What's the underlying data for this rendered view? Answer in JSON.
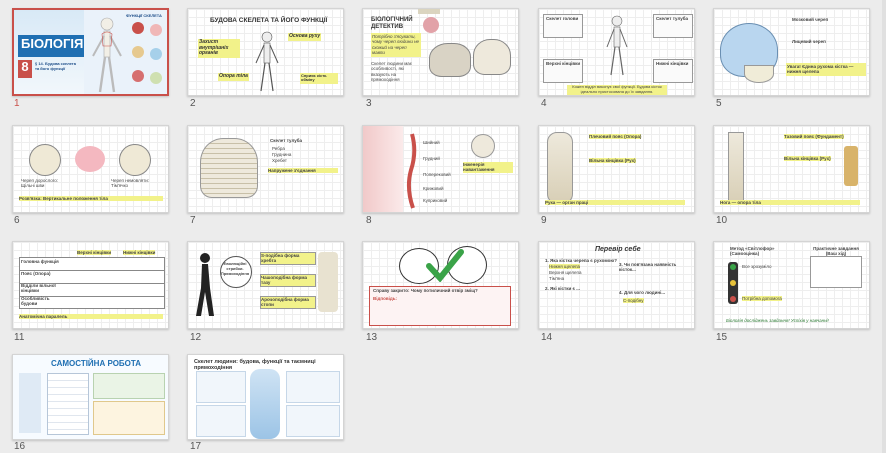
{
  "slides": [
    {
      "num": "1",
      "title": "БІОЛОГІЯ",
      "grade": "8",
      "sub": "§ 14. Будова скелета та його функції",
      "right_title": "ФУНКЦІЇ СКЕЛЕТА"
    },
    {
      "num": "2",
      "title": "БУДОВА СКЕЛЕТА ТА ЙОГО ФУНКЦІЇ",
      "n1": "Захист внутрішніх органів",
      "n2": "Основа руху",
      "n3": "Опора тіла",
      "n4": "Сприяє кістк. обміну"
    },
    {
      "num": "3",
      "title": "БІОЛОГІЧНИЙ ДЕТЕКТИВ",
      "q": "Потрібно з'ясувати, чому череп людини не схожий на череп мавпи",
      "foot": "Скелет людини має особливості, які вказують на прямоходіння"
    },
    {
      "num": "4",
      "l1": "Скелет голови",
      "l2": "Скелет тулуба",
      "l3": "Верхні кінцівки",
      "l4": "Нижні кінцівки",
      "foot": "Кожен відділ виконує свої функції. Будова кісток ідеально пристосована до їх завдання."
    },
    {
      "num": "5",
      "a": "Мозковий череп",
      "b": "Лицевий череп",
      "c": "Увага! Єдина рухома кістка — нижня щелепа"
    },
    {
      "num": "6",
      "a": "Череп дорослого: Щільні шви",
      "b": "Череп немовляти: Тім'ячко",
      "foot": "Розв'язка: Вертикальне положення тіла"
    },
    {
      "num": "7",
      "a": "Скелет тулуба",
      "b": "Ребра",
      "c": "Груднина",
      "d": "Хребет",
      "e": "Напружене з'єднання"
    },
    {
      "num": "8",
      "a": "Шийний",
      "b": "Грудний",
      "c": "Поперековий",
      "d": "Крижовий",
      "e": "Куприковий",
      "f": "Інженерія навантаження"
    },
    {
      "num": "9",
      "a": "Плечовий пояс (Опора)",
      "b": "Вільна кінцівка (Рух)",
      "foot": "Рука — орган праці"
    },
    {
      "num": "10",
      "a": "Тазовий пояс (Фундамент)",
      "b": "Вільна кінцівка (Рух)",
      "foot": "Нога — опора тіла"
    },
    {
      "num": "11",
      "h1": "Верхні кінцівки",
      "h2": "Нижні кінцівки",
      "r1": "Головна функція",
      "r2": "Пояс (Опора)",
      "r3": "Відділи вільної кінцівки",
      "r4": "Особливість будови",
      "foot": "Анатомічна паралель"
    },
    {
      "num": "12",
      "a": "Еволюційні стрибки. Прямоходіння",
      "b": "S-подібна форма хребта",
      "c": "Чашоподібна форма тазу",
      "d": "Арочоподібна форма стопи"
    },
    {
      "num": "13",
      "a": "Справу закрито: Чому потиличний отвір зміщ?",
      "b": "Відповідь:"
    },
    {
      "num": "14",
      "title": "Перевір себе",
      "q1": "1. Яка кістка черепа є рухомою?",
      "q2": "2. Які кістки є ...",
      "q3": "3. Чи пов'язана наявність кісток...",
      "q4": "4. Для чого людині...",
      "o1": "Нижня щелепа",
      "o2": "Верхня щелепа",
      "o3": "Тім'яна",
      "o4": "С-подібну"
    },
    {
      "num": "15",
      "a": "Метод «Світлофор» (Самооцінка)",
      "b": "Практичне завдання (Ваш хід)",
      "c": "Все зрозуміло",
      "d": "Потрібна допомога",
      "foot": "Біологія досліджень завдання! Успіхів у навчанні!"
    },
    {
      "num": "16",
      "title": "САМОСТІЙНА РОБОТА"
    },
    {
      "num": "17",
      "title": "Скелет людини: будова, функції та таємниці прямоходіння"
    }
  ],
  "colors": {
    "accent": "#c9504a",
    "highlight": "#f2f28a",
    "brand_blue": "#1f6fb2",
    "green": "#3aa348"
  }
}
